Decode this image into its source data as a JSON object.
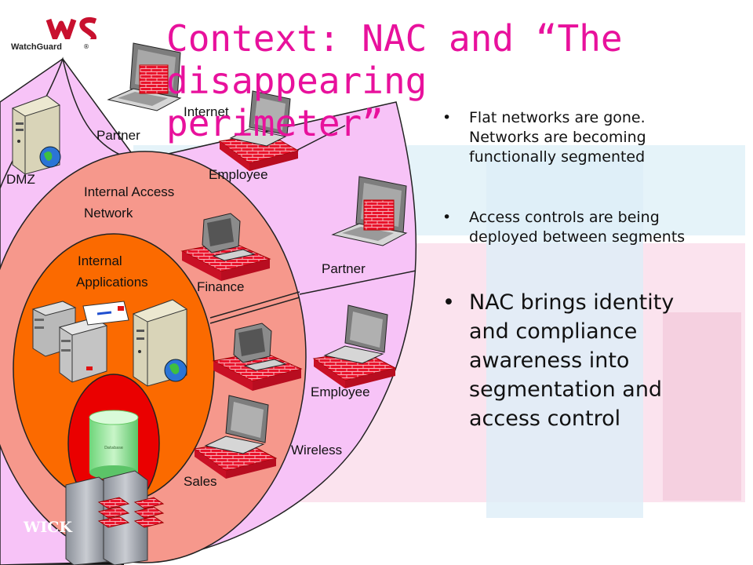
{
  "title": "Context: NAC and “The disappearing perimeter”",
  "logo": {
    "text": "WatchGuard",
    "mark": "WG",
    "trademark": "®",
    "brand_color": "#c8102e"
  },
  "wick_text": "WICK",
  "bullets": [
    "Flat networks are gone. Networks are becoming functionally segmented",
    "Access controls are being deployed between segments",
    "NAC brings identity and compliance awareness into segmentation and access control"
  ],
  "labels": {
    "internet": "Internet",
    "partner_top": "Partner",
    "employee_top": "Employee",
    "dmz": "DMZ",
    "internal_access_line1": "Internal Access",
    "internal_access_line2": "Network",
    "internal_apps_line1": "Internal",
    "internal_apps_line2": "Applications",
    "finance": "Finance",
    "partner_right": "Partner",
    "employee_right": "Employee",
    "wireless": "Wireless",
    "sales": "Sales",
    "database": "Database"
  },
  "colors": {
    "title": "#e8119c",
    "outer_zone": "#f7c3f7",
    "internal_access": "#f6988c",
    "internal_apps": "#fb6a00",
    "database_zone": "#ea0000",
    "bg_band_blue": "#e5f3f9",
    "bg_band_pink": "#fbe3ee"
  }
}
